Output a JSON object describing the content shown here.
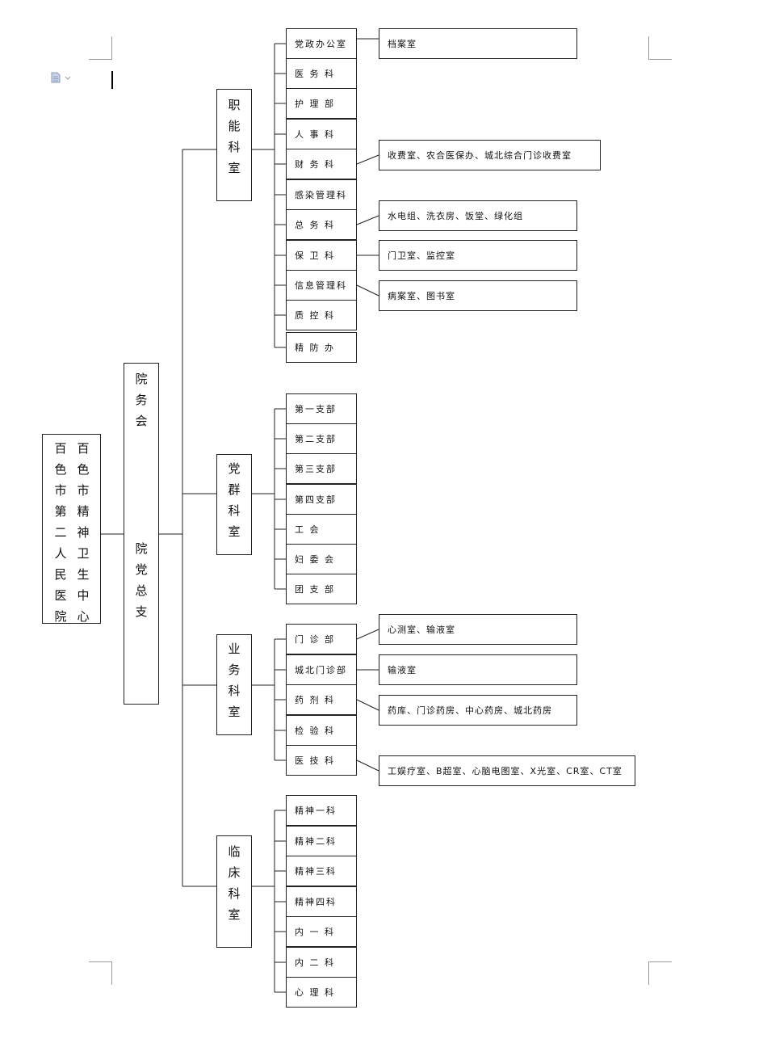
{
  "hospital": {
    "name_line1": "百色市精神卫生中心",
    "name_line2": "百色市第二人民医院"
  },
  "council": "院务会",
  "party_branch": "院党总支",
  "groups": [
    {
      "title": "职能科室",
      "departments": [
        {
          "name": "党政办公室",
          "sub": "档案室"
        },
        {
          "name": "医 务 科"
        },
        {
          "name": "护 理 部"
        },
        {
          "name": "人 事 科"
        },
        {
          "name": "财 务 科",
          "sub": "收费室、农合医保办、城北综合门诊收费室"
        },
        {
          "name": "感染管理科"
        },
        {
          "name": "总 务 科",
          "sub": "水电组、洗衣房、饭堂、绿化组"
        },
        {
          "name": "保 卫 科",
          "sub": "门卫室、监控室"
        },
        {
          "name": "信息管理科",
          "sub": "病案室、图书室"
        },
        {
          "name": "质 控 科"
        },
        {
          "name": "精 防 办"
        }
      ]
    },
    {
      "title": "党群科室",
      "departments": [
        {
          "name": "第一支部"
        },
        {
          "name": "第二支部"
        },
        {
          "name": "第三支部"
        },
        {
          "name": "第四支部"
        },
        {
          "name": "工  会"
        },
        {
          "name": "妇  委  会"
        },
        {
          "name": "团 支 部"
        }
      ]
    },
    {
      "title": "业务科室",
      "departments": [
        {
          "name": "门 诊 部",
          "sub": "心测室、输液室"
        },
        {
          "name": "城北门诊部",
          "sub": "输液室"
        },
        {
          "name": "药 剂 科",
          "sub": "药库、门诊药房、中心药房、城北药房"
        },
        {
          "name": "检 验 科"
        },
        {
          "name": "医 技 科",
          "sub": "工娱疗室、B超室、心脑电图室、X光室、CR室、CT室"
        }
      ]
    },
    {
      "title": "临床科室",
      "departments": [
        {
          "name": "精神一科"
        },
        {
          "name": "精神二科"
        },
        {
          "name": "精神三科"
        },
        {
          "name": "精神四科"
        },
        {
          "name": "内 一 科"
        },
        {
          "name": "内 二 科"
        },
        {
          "name": "心 理 科"
        }
      ]
    }
  ],
  "icons": {
    "document": "document-icon",
    "cursor": "text-cursor"
  }
}
